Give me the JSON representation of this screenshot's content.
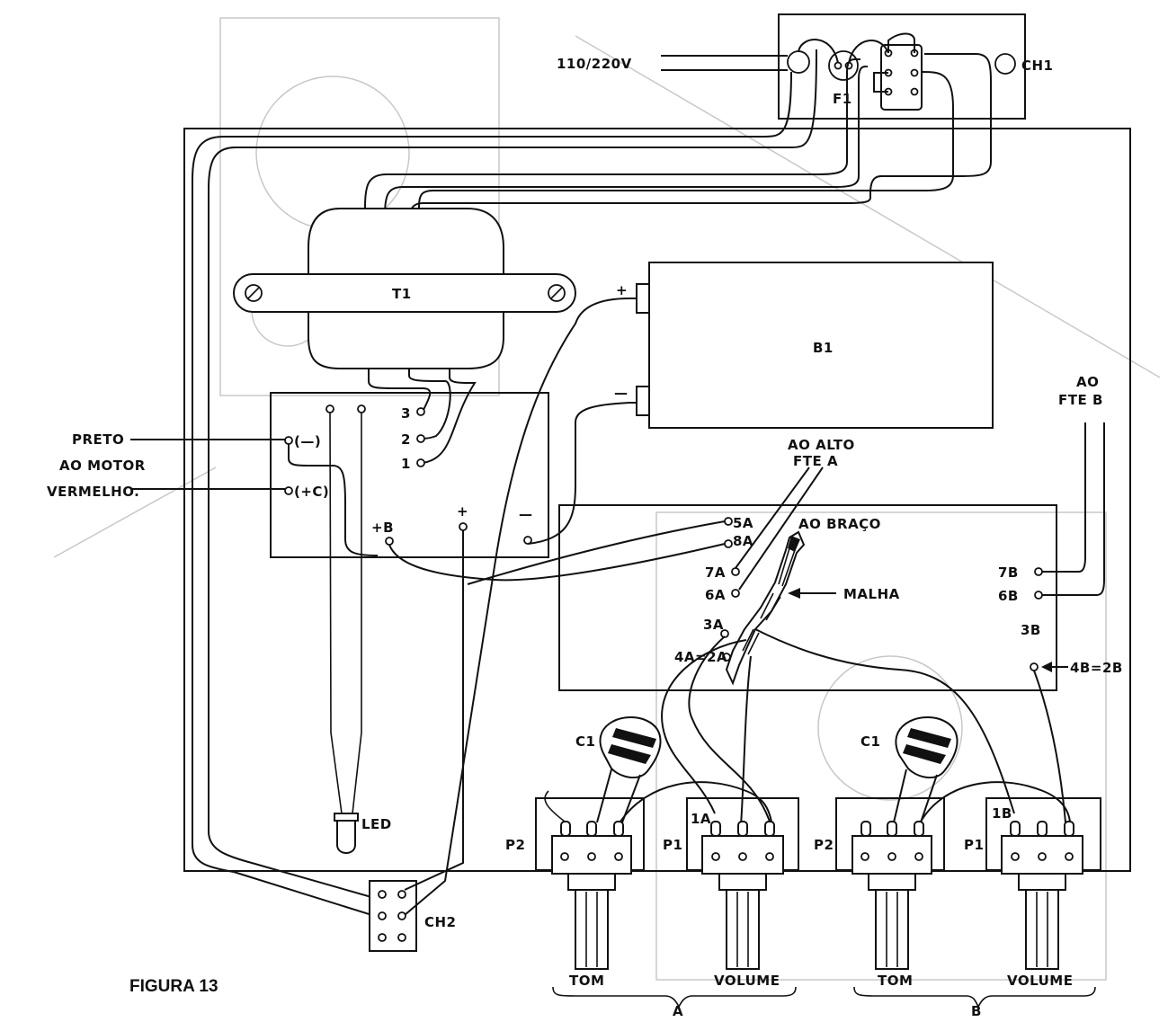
{
  "figure": {
    "caption": "FIGURA 13"
  },
  "mains": {
    "voltage_label": "110/220V"
  },
  "components": {
    "switch_main": "CH1",
    "fuse": "F1",
    "transformer": "T1",
    "battery": "B1",
    "led": "LED",
    "switch_2": "CH2",
    "cap_a": "C1",
    "cap_b": "C1",
    "pot_p2_a": "P2",
    "pot_p1_a": "P1",
    "pot_p2_b": "P2",
    "pot_p1_b": "P1"
  },
  "battery_polarity": {
    "plus": "+",
    "minus": "—"
  },
  "power_board": {
    "terminals": {
      "t3": "3",
      "t2": "2",
      "t1": "1",
      "neg": "(—)",
      "posc": "(+C)",
      "plus_b": "+B",
      "plus": "+",
      "minus": "—"
    }
  },
  "motor": {
    "preto": "PRETO",
    "ao_motor": "AO MOTOR",
    "vermelho": "VERMELHO."
  },
  "amp_board": {
    "terminals": {
      "t5a": "5A",
      "t8a": "8A",
      "t7a": "7A",
      "t6a": "6A",
      "t3a": "3A",
      "t4a2a": "4A=2A",
      "t7b": "7B",
      "t6b": "6B",
      "t3b": "3B",
      "t4b2b": "4B=2B",
      "t1a": "1A",
      "t1b": "1B"
    }
  },
  "notes": {
    "ao_alto_1": "AO ALTO",
    "ao_alto_2": "FTE A",
    "ao_fte_b_1": "AO",
    "ao_fte_b_2": "FTE B",
    "ao_braco": "AO BRAÇO",
    "malha": "MALHA"
  },
  "controls": {
    "a_tom": "TOM",
    "a_volume": "VOLUME",
    "b_tom": "TOM",
    "b_volume": "VOLUME",
    "group_a": "A",
    "group_b": "B"
  }
}
